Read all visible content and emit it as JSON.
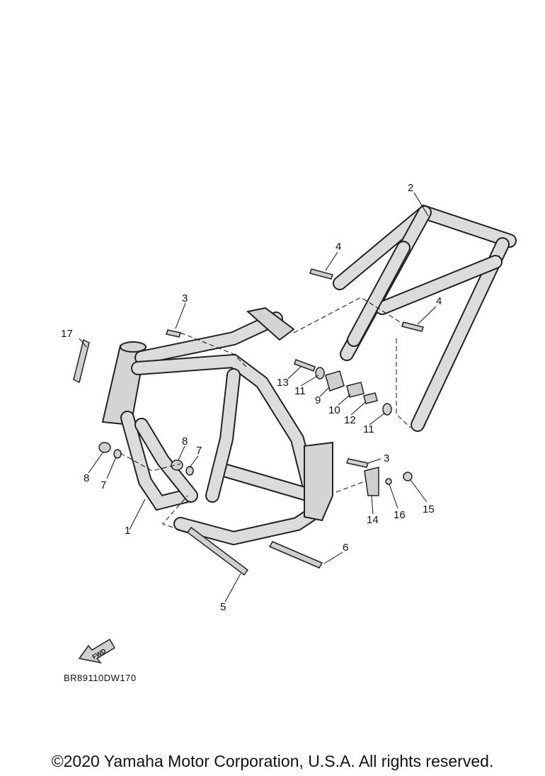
{
  "diagram": {
    "callouts": [
      "1",
      "2",
      "3",
      "3",
      "4",
      "4",
      "5",
      "6",
      "7",
      "7",
      "8",
      "8",
      "9",
      "10",
      "11",
      "11",
      "12",
      "13",
      "14",
      "15",
      "16",
      "17"
    ],
    "direction_label": "FWD",
    "drawing_code": "BR89110DW170"
  },
  "footer": {
    "copyright": "©2020 Yamaha Motor Corporation, U.S.A. All rights reserved."
  }
}
